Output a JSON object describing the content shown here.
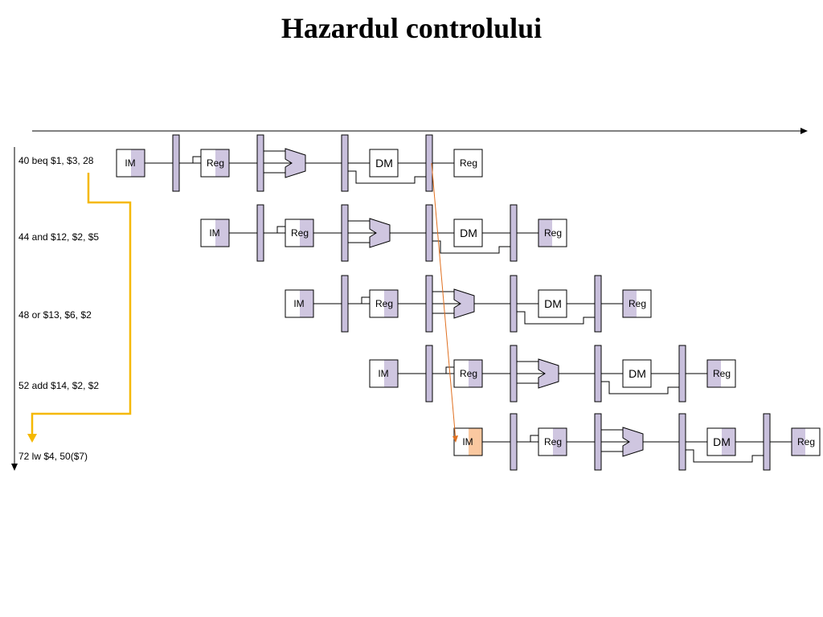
{
  "title": "Hazardul controlului",
  "instructions": [
    "40 beq $1, $3, 28",
    "44 and $12, $2, $5",
    "48 or $13, $6, $2",
    "52 add $14, $2, $2",
    "72 lw $4, 50($7)"
  ],
  "labels": {
    "im": "IM",
    "reg": "Reg",
    "dm": "DM"
  },
  "colors": {
    "latch": "#c8bfdc",
    "shade": "#cfc6e0",
    "highlight": "#fac8a0",
    "branch_arrow": "#f5b800",
    "hazard_line": "#e07020"
  }
}
